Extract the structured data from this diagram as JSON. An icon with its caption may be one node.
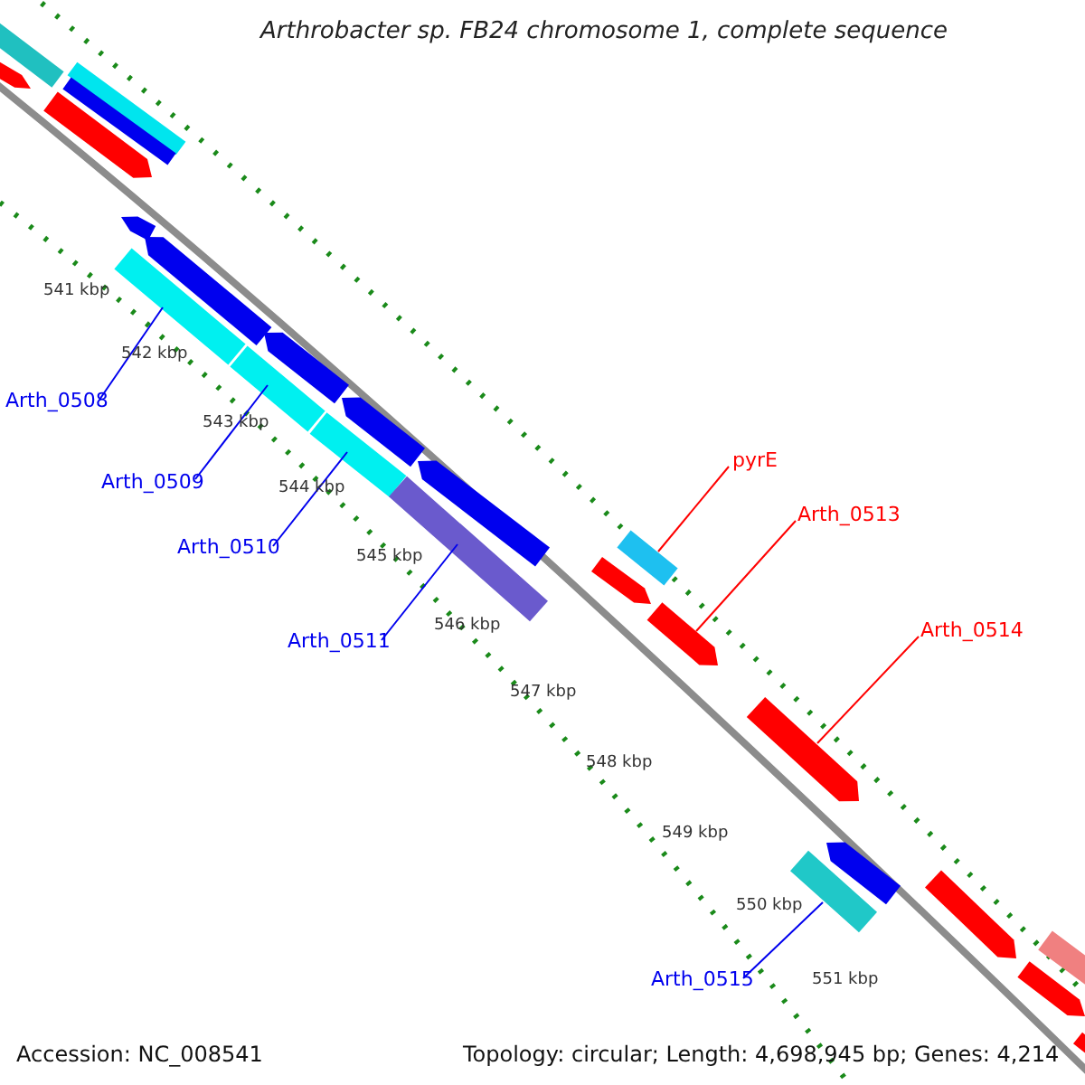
{
  "diagram": {
    "title": "Arthrobacter sp. FB24 chromosome 1, complete sequence",
    "nodes": [
      {
        "text": [
          "Arth_0508"
        ]
      },
      {
        "text": [
          "Arth_0509"
        ]
      },
      {
        "text": [
          "Arth_0510"
        ]
      },
      {
        "text": [
          "Arth_0511"
        ]
      },
      {
        "text": [
          "pyrE"
        ]
      },
      {
        "text": [
          "Arth_0513"
        ]
      },
      {
        "text": [
          "Arth_0514"
        ]
      },
      {
        "text": [
          "Arth_0515"
        ]
      },
      {
        "text": [],
        "shape": "bar"
      },
      {
        "text": [],
        "shape": "bar"
      },
      {
        "text": [],
        "shape": "bar"
      },
      {
        "text": [],
        "shape": "bar"
      },
      {
        "text": [],
        "shape": "bar"
      },
      {
        "text": [],
        "shape": "bar"
      },
      {
        "text": [],
        "shape": "bar"
      },
      {
        "text": [],
        "shape": "bar"
      },
      {
        "text": [],
        "shape": "bar"
      },
      {
        "text": [],
        "shape": "bar"
      },
      {
        "text": [],
        "shape": "bar"
      },
      {
        "text": [],
        "shape": "bar"
      },
      {
        "text": [],
        "shape": "bar"
      },
      {
        "text": [],
        "shape": "bar"
      },
      {
        "text": [],
        "shape": "bar"
      },
      {
        "text": [],
        "shape": "bar"
      },
      {
        "text": [],
        "shape": "bar"
      },
      {
        "text": [],
        "shape": "bar"
      },
      {
        "text": [],
        "shape": "bar"
      },
      {
        "text": [],
        "shape": "bar"
      },
      {
        "text": [],
        "shape": "bar"
      },
      {
        "text": [],
        "shape": "bar"
      },
      {
        "text": [],
        "shape": "bar"
      },
      {
        "text": [],
        "shape": "bar"
      }
    ],
    "edges": [
      {
        "from": 0,
        "to": 15,
        "arrow": "none"
      },
      {
        "from": 1,
        "to": 17,
        "arrow": "none"
      },
      {
        "from": 2,
        "to": 19,
        "arrow": "none"
      },
      {
        "from": 3,
        "to": 21,
        "arrow": "none"
      },
      {
        "from": 4,
        "to": 22,
        "arrow": "none",
        "color": "#ff0000"
      },
      {
        "from": 5,
        "to": 24,
        "arrow": "none",
        "color": "#ff0000"
      },
      {
        "from": 6,
        "to": 25,
        "arrow": "none",
        "color": "#ff0000"
      },
      {
        "from": 7,
        "to": 27,
        "arrow": "none"
      }
    ],
    "labels": [
      "541 kbp",
      "542 kbp",
      "543 kbp",
      "544 kbp",
      "545 kbp",
      "546 kbp",
      "547 kbp",
      "548 kbp",
      "549 kbp",
      "550 kbp",
      "551 kbp",
      "Accession: NC_008541",
      "Topology: circular; Length: 4,698,945 bp; Genes: 4,214"
    ]
  }
}
